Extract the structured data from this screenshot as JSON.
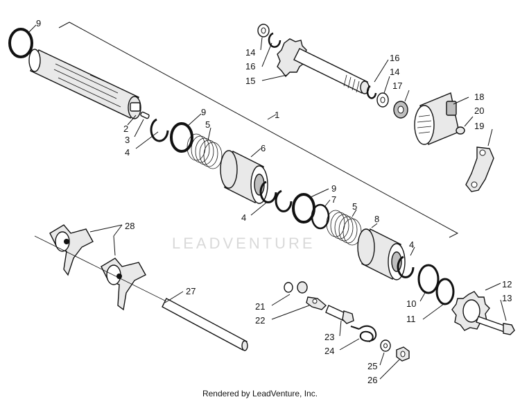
{
  "diagram": {
    "callouts": [
      {
        "id": "c9a",
        "text": "9"
      },
      {
        "id": "c1",
        "text": "1"
      },
      {
        "id": "c2",
        "text": "2"
      },
      {
        "id": "c3",
        "text": "3"
      },
      {
        "id": "c4a",
        "text": "4"
      },
      {
        "id": "c9b",
        "text": "9"
      },
      {
        "id": "c5a",
        "text": "5"
      },
      {
        "id": "c6",
        "text": "6"
      },
      {
        "id": "c4b",
        "text": "4"
      },
      {
        "id": "c9c",
        "text": "9"
      },
      {
        "id": "c7",
        "text": "7"
      },
      {
        "id": "c5b",
        "text": "5"
      },
      {
        "id": "c8",
        "text": "8"
      },
      {
        "id": "c4c",
        "text": "4"
      },
      {
        "id": "c14a",
        "text": "14"
      },
      {
        "id": "c16a",
        "text": "16"
      },
      {
        "id": "c15",
        "text": "15"
      },
      {
        "id": "c16b",
        "text": "16"
      },
      {
        "id": "c14b",
        "text": "14"
      },
      {
        "id": "c17",
        "text": "17"
      },
      {
        "id": "c18",
        "text": "18"
      },
      {
        "id": "c20",
        "text": "20"
      },
      {
        "id": "c19",
        "text": "19"
      },
      {
        "id": "c28",
        "text": "28"
      },
      {
        "id": "c27",
        "text": "27"
      },
      {
        "id": "c21",
        "text": "21"
      },
      {
        "id": "c22",
        "text": "22"
      },
      {
        "id": "c23",
        "text": "23"
      },
      {
        "id": "c24",
        "text": "24"
      },
      {
        "id": "c25",
        "text": "25"
      },
      {
        "id": "c26",
        "text": "26"
      },
      {
        "id": "c10",
        "text": "10"
      },
      {
        "id": "c11",
        "text": "11"
      },
      {
        "id": "c12",
        "text": "12"
      },
      {
        "id": "c13",
        "text": "13"
      }
    ],
    "watermark": "LEADVENTURE",
    "footer": "Rendered by LeadVenture, Inc."
  }
}
